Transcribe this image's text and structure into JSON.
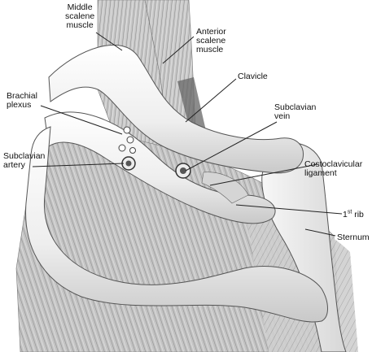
{
  "labels": {
    "middle_scalene": "Middle\nscalene\nmuscle",
    "anterior_scalene": "Anterior\nscalene\nmuscle",
    "clavicle": "Clavicle",
    "brachial_plexus": "Brachial\nplexus",
    "subclavian_vein": "Subclavian\nvein",
    "subclavian_artery": "Subclavian\nartery",
    "costoclavicular_ligament": "Costoclavicular\nligament",
    "first_rib_number": "1",
    "first_rib_suffix": "st",
    "first_rib_word": " rib",
    "sternum": "Sternum"
  },
  "colors": {
    "ink": "#222222",
    "bone": "#f4f4f4",
    "muscle": "#b9b9b9",
    "muscle_dark": "#7d7d7d",
    "background": "#ffffff"
  }
}
